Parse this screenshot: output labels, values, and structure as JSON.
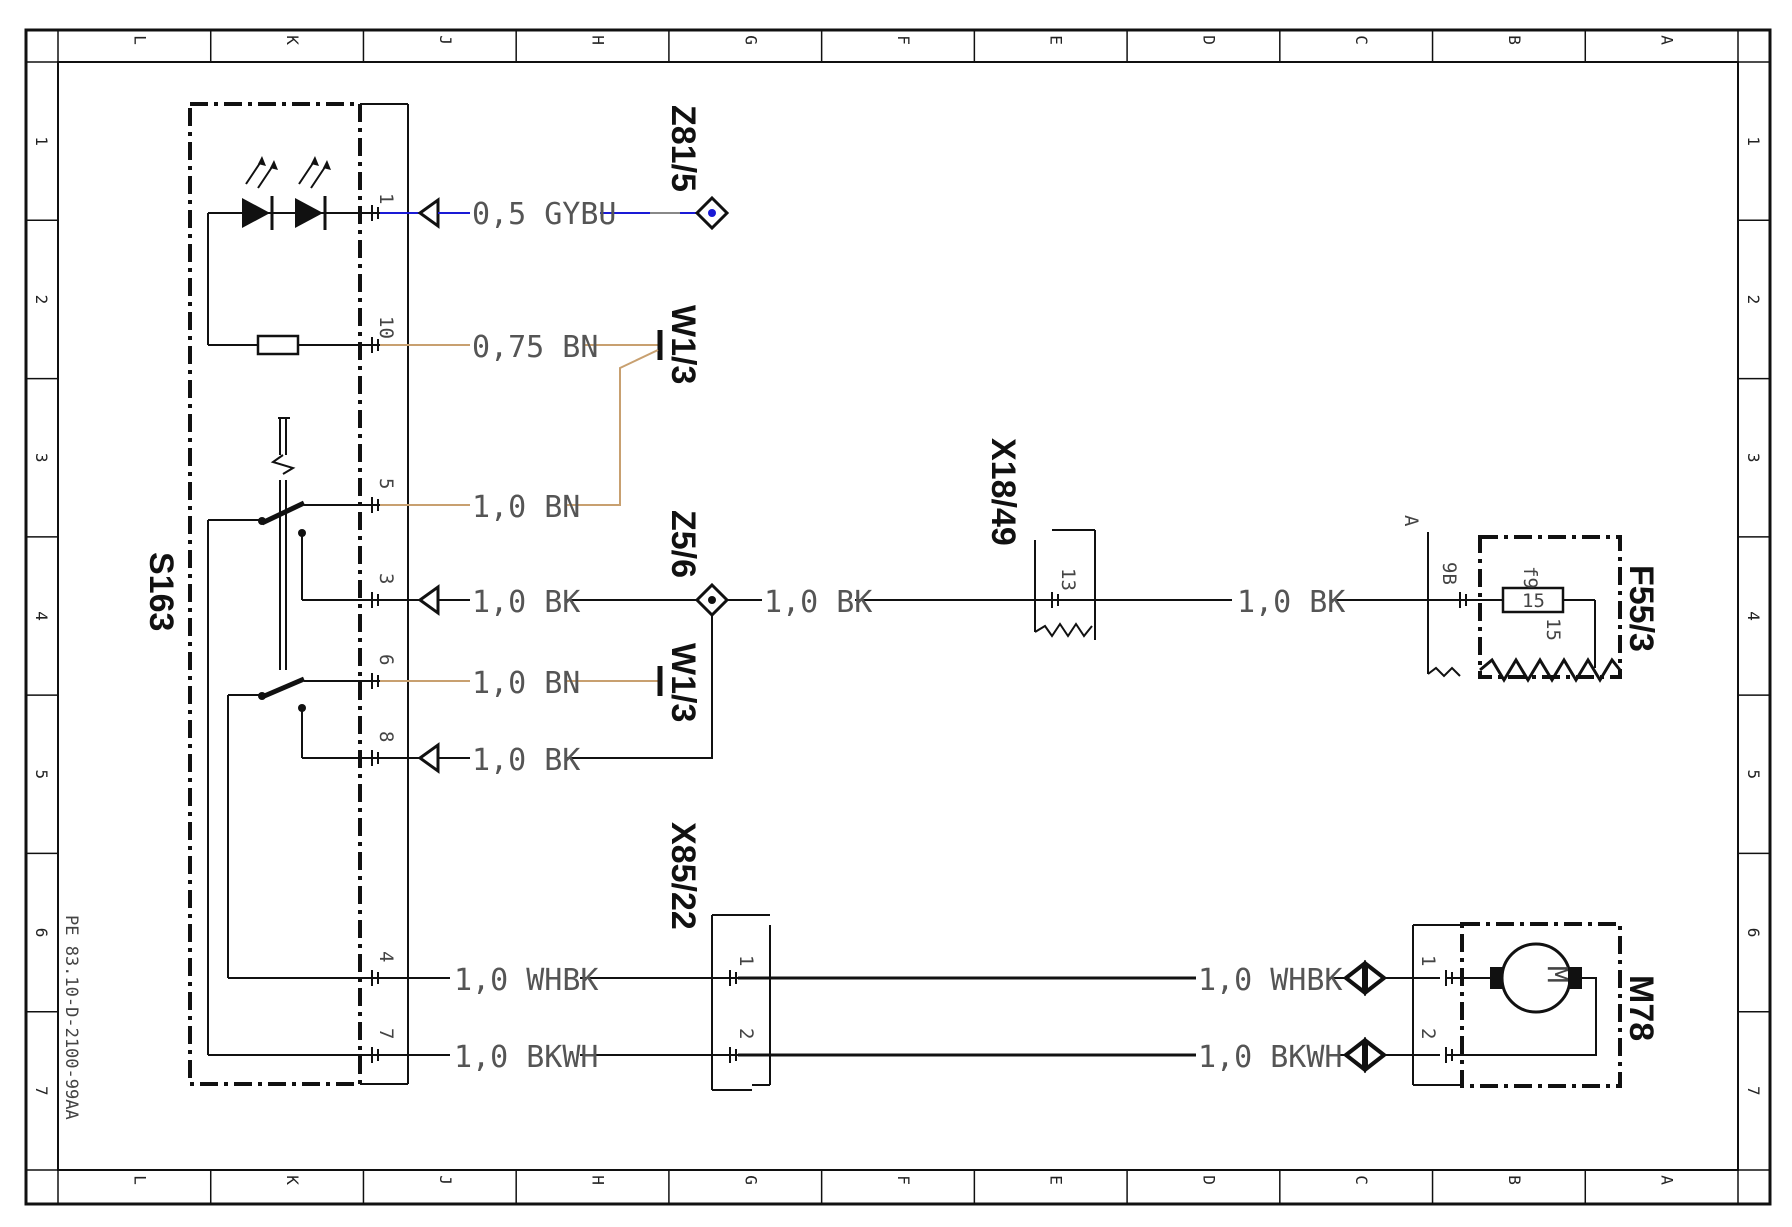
{
  "frame": {
    "columns": [
      "L",
      "K",
      "J",
      "H",
      "G",
      "F",
      "E",
      "D",
      "C",
      "B",
      "A"
    ],
    "rows": [
      "1",
      "2",
      "3",
      "4",
      "5",
      "6",
      "7"
    ]
  },
  "document_id": "PE 83.10-D-2100-99AA",
  "components": {
    "s163": "S163",
    "z81_5": "Z81/5",
    "w1_3_top": "W1/3",
    "w1_3_mid": "W1/3",
    "x18_49": "X18/49",
    "z5_6": "Z5/6",
    "f55_3": "F55/3",
    "x85_22": "X85/22",
    "m78": "M78"
  },
  "pins": {
    "s163_1": "1",
    "s163_10": "10",
    "s163_5": "5",
    "s163_3": "3",
    "s163_6": "6",
    "s163_8": "8",
    "s163_4": "4",
    "s163_7": "7",
    "x18_13": "13",
    "f55_9b": "9B",
    "f55_f9": "f9",
    "fuse_15": "15",
    "f55_15": "15",
    "f55_A": "A",
    "x85_1": "1",
    "x85_2": "2",
    "m78_1": "1",
    "m78_2": "2",
    "motor_M": "M"
  },
  "wires": [
    {
      "id": "w_pin1",
      "label": "0,5 GYBU",
      "color": "#1a1ad6"
    },
    {
      "id": "w_pin10",
      "label": "0,75 BN",
      "color": "#c8a070"
    },
    {
      "id": "w_pin5",
      "label": "1,0 BN",
      "color": "#c8a070"
    },
    {
      "id": "w_pin3",
      "label": "1,0 BK",
      "color": "#111111"
    },
    {
      "id": "w_z56_x18",
      "label": "1,0 BK",
      "color": "#111111"
    },
    {
      "id": "w_x18_f55",
      "label": "1,0 BK",
      "color": "#111111"
    },
    {
      "id": "w_pin6",
      "label": "1,0 BN",
      "color": "#c8a070"
    },
    {
      "id": "w_pin8",
      "label": "1,0 BK",
      "color": "#111111"
    },
    {
      "id": "w_pin4",
      "label": "1,0 WHBK",
      "color": "#111111"
    },
    {
      "id": "w_x85_m78_1",
      "label": "1,0 WHBK",
      "color": "#111111"
    },
    {
      "id": "w_pin7",
      "label": "1,0 BKWH",
      "color": "#111111"
    },
    {
      "id": "w_x85_m78_2",
      "label": "1,0 BKWH",
      "color": "#111111"
    }
  ]
}
